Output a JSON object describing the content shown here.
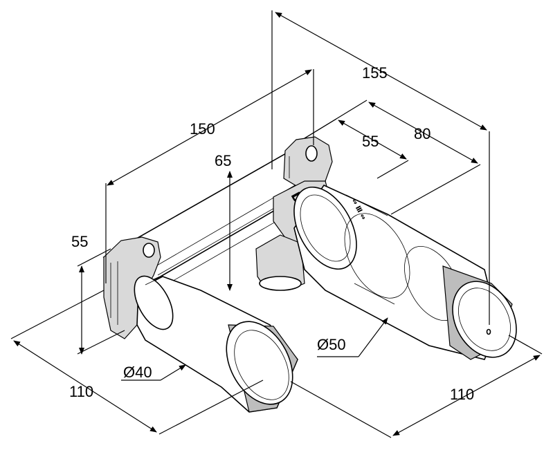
{
  "drawing": {
    "dimensions": {
      "d155": "155",
      "d150": "150",
      "d80": "80",
      "d55_top": "55",
      "d65": "65",
      "d55_left": "55",
      "d110_left": "110",
      "d110_right": "110",
      "dia50": "Ø50",
      "dia40": "Ø40"
    },
    "markings": {
      "dr": "DR"
    }
  }
}
